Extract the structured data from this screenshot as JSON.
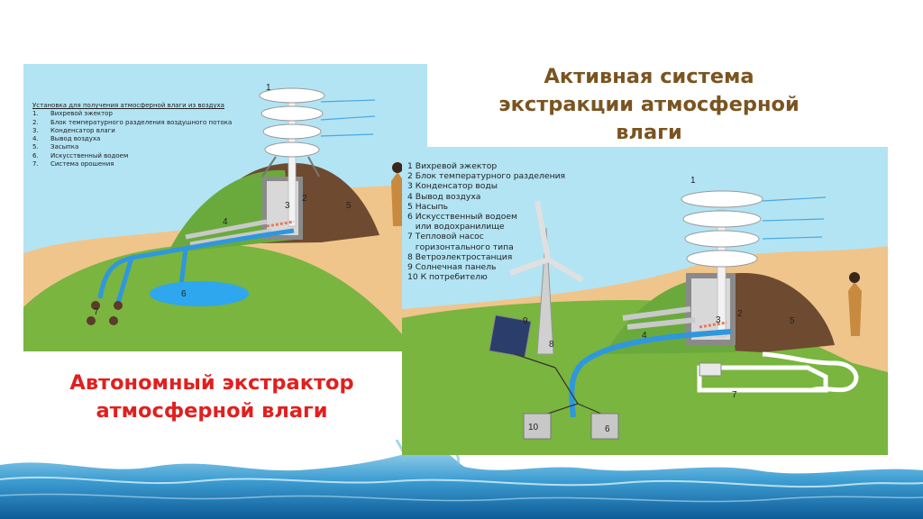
{
  "headings": {
    "right_title": [
      "Активная система",
      "экстракции атмосферной",
      "влаги"
    ],
    "left_title": [
      "Автономный экстрактор",
      "атмосферной влаги"
    ]
  },
  "left_panel": {
    "legend_title": "Установка для получения атмосферной влаги из воздуха",
    "legend_items": [
      {
        "num": "1.",
        "text": "Вихревой эжектор"
      },
      {
        "num": "2.",
        "text": "Блок температурного разделения воздушного потока"
      },
      {
        "num": "3.",
        "text": "Конденсатор влаги"
      },
      {
        "num": "4.",
        "text": "Вывод воздуха"
      },
      {
        "num": "5.",
        "text": "Засыпка"
      },
      {
        "num": "6.",
        "text": "Искусственный водоем"
      },
      {
        "num": "7.",
        "text": "Система орошения"
      }
    ],
    "labels": [
      "1",
      "2",
      "3",
      "4",
      "5",
      "6",
      "7"
    ]
  },
  "right_panel": {
    "legend_items": [
      "1 Вихревой эжектор",
      "2 Блок температурного разделения",
      "3 Конденсатор воды",
      "4 Вывод воздуха",
      "5 Насыпь",
      "6 Искусственный водоем",
      "   или водохранилище",
      "7 Тепловой насос",
      "   горизонтального типа",
      "8 Ветроэлектростанция",
      "9 Солнечная панель",
      "10 К потребителю"
    ],
    "labels": [
      "1",
      "2",
      "3",
      "4",
      "5",
      "6",
      "7",
      "8",
      "9",
      "10"
    ]
  },
  "colors": {
    "right_heading": "#7a5420",
    "left_heading": "#e0201f",
    "sky": "#b3e4f4",
    "sand": "#efc58c",
    "grass": "#79b53f",
    "water_pipe": "#2e97de"
  }
}
